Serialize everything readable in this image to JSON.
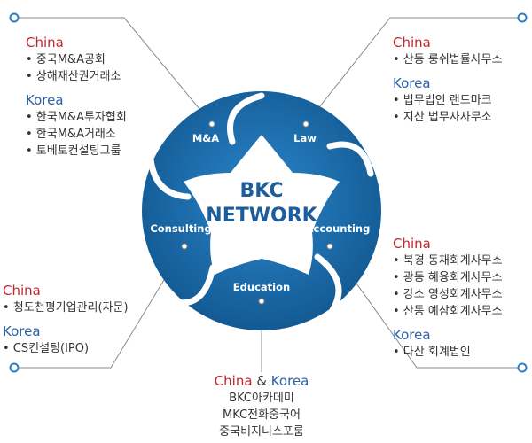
{
  "center": {
    "line1": "BKC",
    "line2": "NETWORK"
  },
  "segments": {
    "ma": "M&A",
    "law": "Law",
    "consulting": "Consulting",
    "accounting": "Accounting",
    "education": "Education"
  },
  "labels": {
    "china": "China",
    "korea": "Korea",
    "amp": "&"
  },
  "ma": {
    "china": [
      "• 중국M&A공회",
      "• 상해재산권거래소"
    ],
    "korea": [
      "• 한국M&A투자협회",
      "• 한국M&A거래소",
      "• 토베토컨설팅그룹"
    ]
  },
  "law": {
    "china": [
      "• 산동 룽쉬법률사무소"
    ],
    "korea": [
      "• 법무법인 랜드마크",
      "• 지산 법무사사무소"
    ]
  },
  "consulting": {
    "china": [
      "• 청도천평기업관리(자문)"
    ],
    "korea": [
      "• CS컨설팅(IPO)"
    ]
  },
  "accounting": {
    "china": [
      "• 북경 동재회계사무소",
      "• 광동 혜융회계사무소",
      "• 강소 영성회계사무소",
      "• 산동 예삼회계사무소"
    ],
    "korea": [
      "• 다산 회계법인"
    ]
  },
  "education": [
    "BKC아카데미",
    "MKC전화중국어",
    "중국비지니스포룸"
  ],
  "colors": {
    "circle": "#1f73b7",
    "circleDark": "#135a93",
    "china": "#c0272d",
    "korea": "#2e5fa8",
    "line": "#888888"
  }
}
